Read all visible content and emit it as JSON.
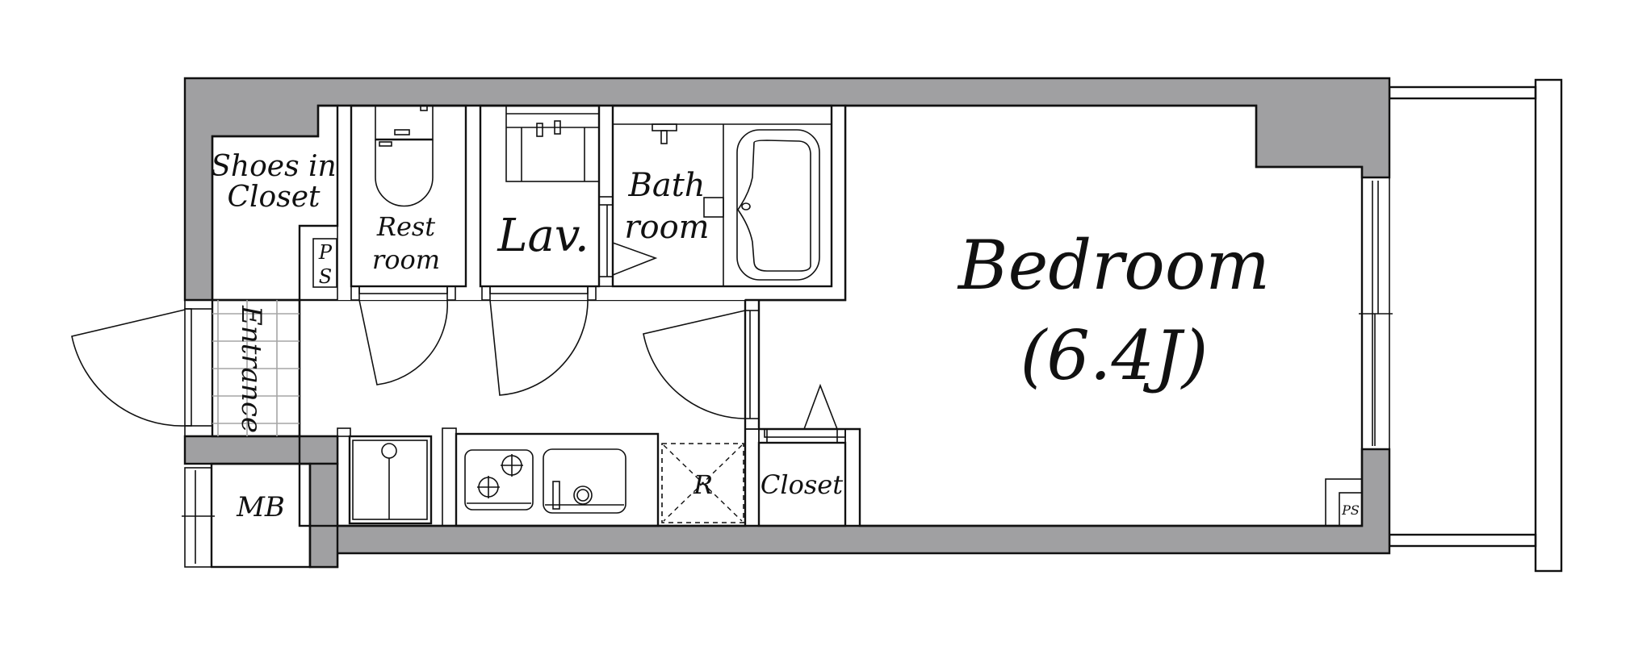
{
  "plan": {
    "type": "apartment floor plan",
    "colors": {
      "wall": "#a0a0a2",
      "living_floor": "#f8f1ec",
      "wet_room": "#eef6fd",
      "closet": "#f5f6e6",
      "tile_grid": "#a6a6a6",
      "line": "#111111"
    },
    "rooms": {
      "shoes_closet": {
        "line1": "Shoes in",
        "line2": "Closet"
      },
      "ps_left": {
        "line1": "P",
        "line2": "S"
      },
      "restroom": {
        "line1": "Rest",
        "line2": "room"
      },
      "lavatory": {
        "label": "Lav."
      },
      "bathroom": {
        "line1": "Bath",
        "line2": "room"
      },
      "bedroom": {
        "label": "Bedroom",
        "size": "(6.4J)"
      },
      "entrance": {
        "label": "Entrance"
      },
      "meter_box": {
        "label": "MB"
      },
      "fridge": {
        "label": "R"
      },
      "closet": {
        "label": "Closet"
      },
      "ps_right": {
        "label": "PS"
      }
    }
  }
}
